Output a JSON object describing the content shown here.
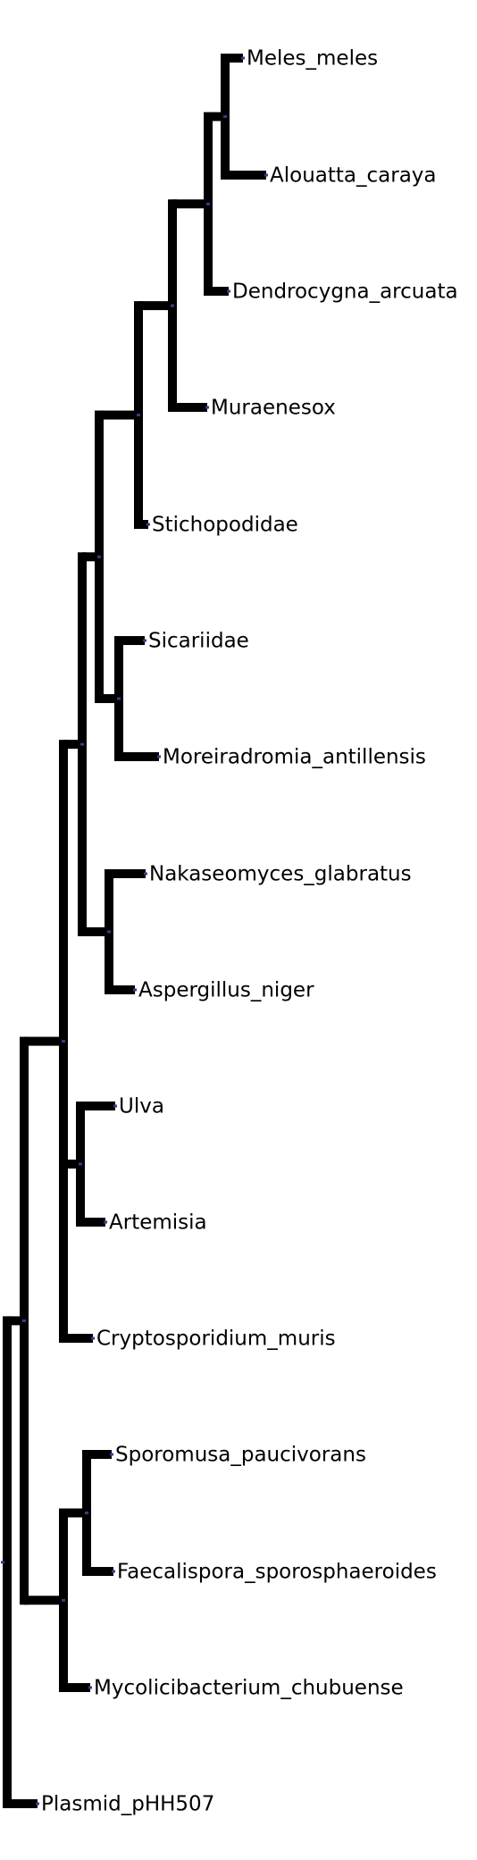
{
  "tree": {
    "colors": {
      "branch": "#000000",
      "node_marker": "#3a3a8c",
      "background": "#ffffff"
    },
    "leaves": [
      {
        "id": "meles",
        "label": "Meles_meles"
      },
      {
        "id": "alouatta",
        "label": "Alouatta_caraya"
      },
      {
        "id": "dendrocygna",
        "label": "Dendrocygna_arcuata"
      },
      {
        "id": "muraenesox",
        "label": "Muraenesox"
      },
      {
        "id": "stichopodidae",
        "label": "Stichopodidae"
      },
      {
        "id": "sicariidae",
        "label": "Sicariidae"
      },
      {
        "id": "moreiradromia",
        "label": "Moreiradromia_antillensis"
      },
      {
        "id": "nakaseomyces",
        "label": "Nakaseomyces_glabratus"
      },
      {
        "id": "aspergillus",
        "label": "Aspergillus_niger"
      },
      {
        "id": "ulva",
        "label": "Ulva"
      },
      {
        "id": "artemisia",
        "label": "Artemisia"
      },
      {
        "id": "cryptosporidium",
        "label": "Cryptosporidium_muris"
      },
      {
        "id": "sporomusa",
        "label": "Sporomusa_paucivorans"
      },
      {
        "id": "faecalispora",
        "label": "Faecalispora_sporosphaeroides"
      },
      {
        "id": "mycolicibacterium",
        "label": "Mycolicibacterium_chubuense"
      },
      {
        "id": "plasmid",
        "label": "Plasmid_pHH507"
      }
    ]
  }
}
